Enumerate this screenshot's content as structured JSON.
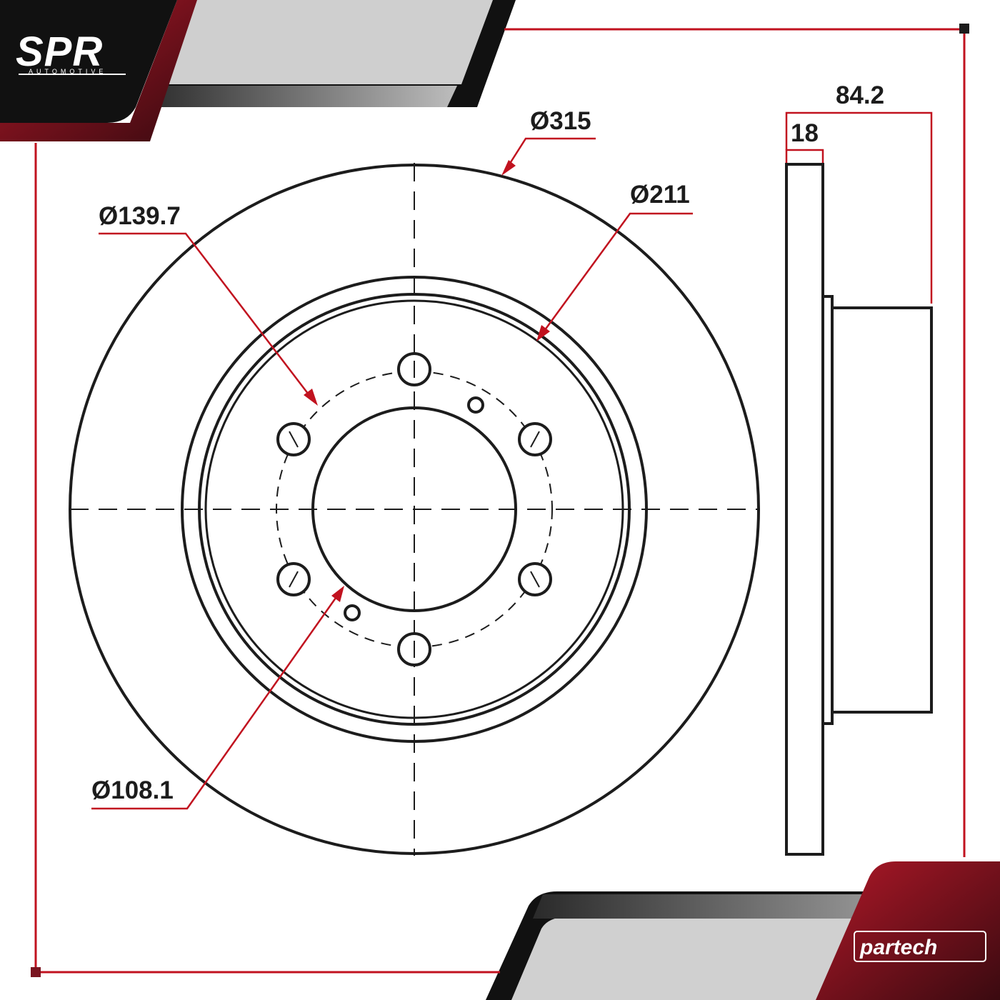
{
  "brand": {
    "logo_text": "SPR",
    "logo_subtext": "AUTOMOTIVE",
    "partner_text": "partech"
  },
  "dimensions": {
    "outer_diameter": "Ø315",
    "inner_diameter": "Ø211",
    "bolt_circle": "Ø139.7",
    "center_bore": "Ø108.1",
    "thickness": "18",
    "total_height": "84.2"
  },
  "colors": {
    "accent_red": "#c1121f",
    "dark_red": "#7a1420",
    "black": "#111111",
    "line": "#1c1c1c",
    "swoosh_grey": "#d0d0d0"
  }
}
